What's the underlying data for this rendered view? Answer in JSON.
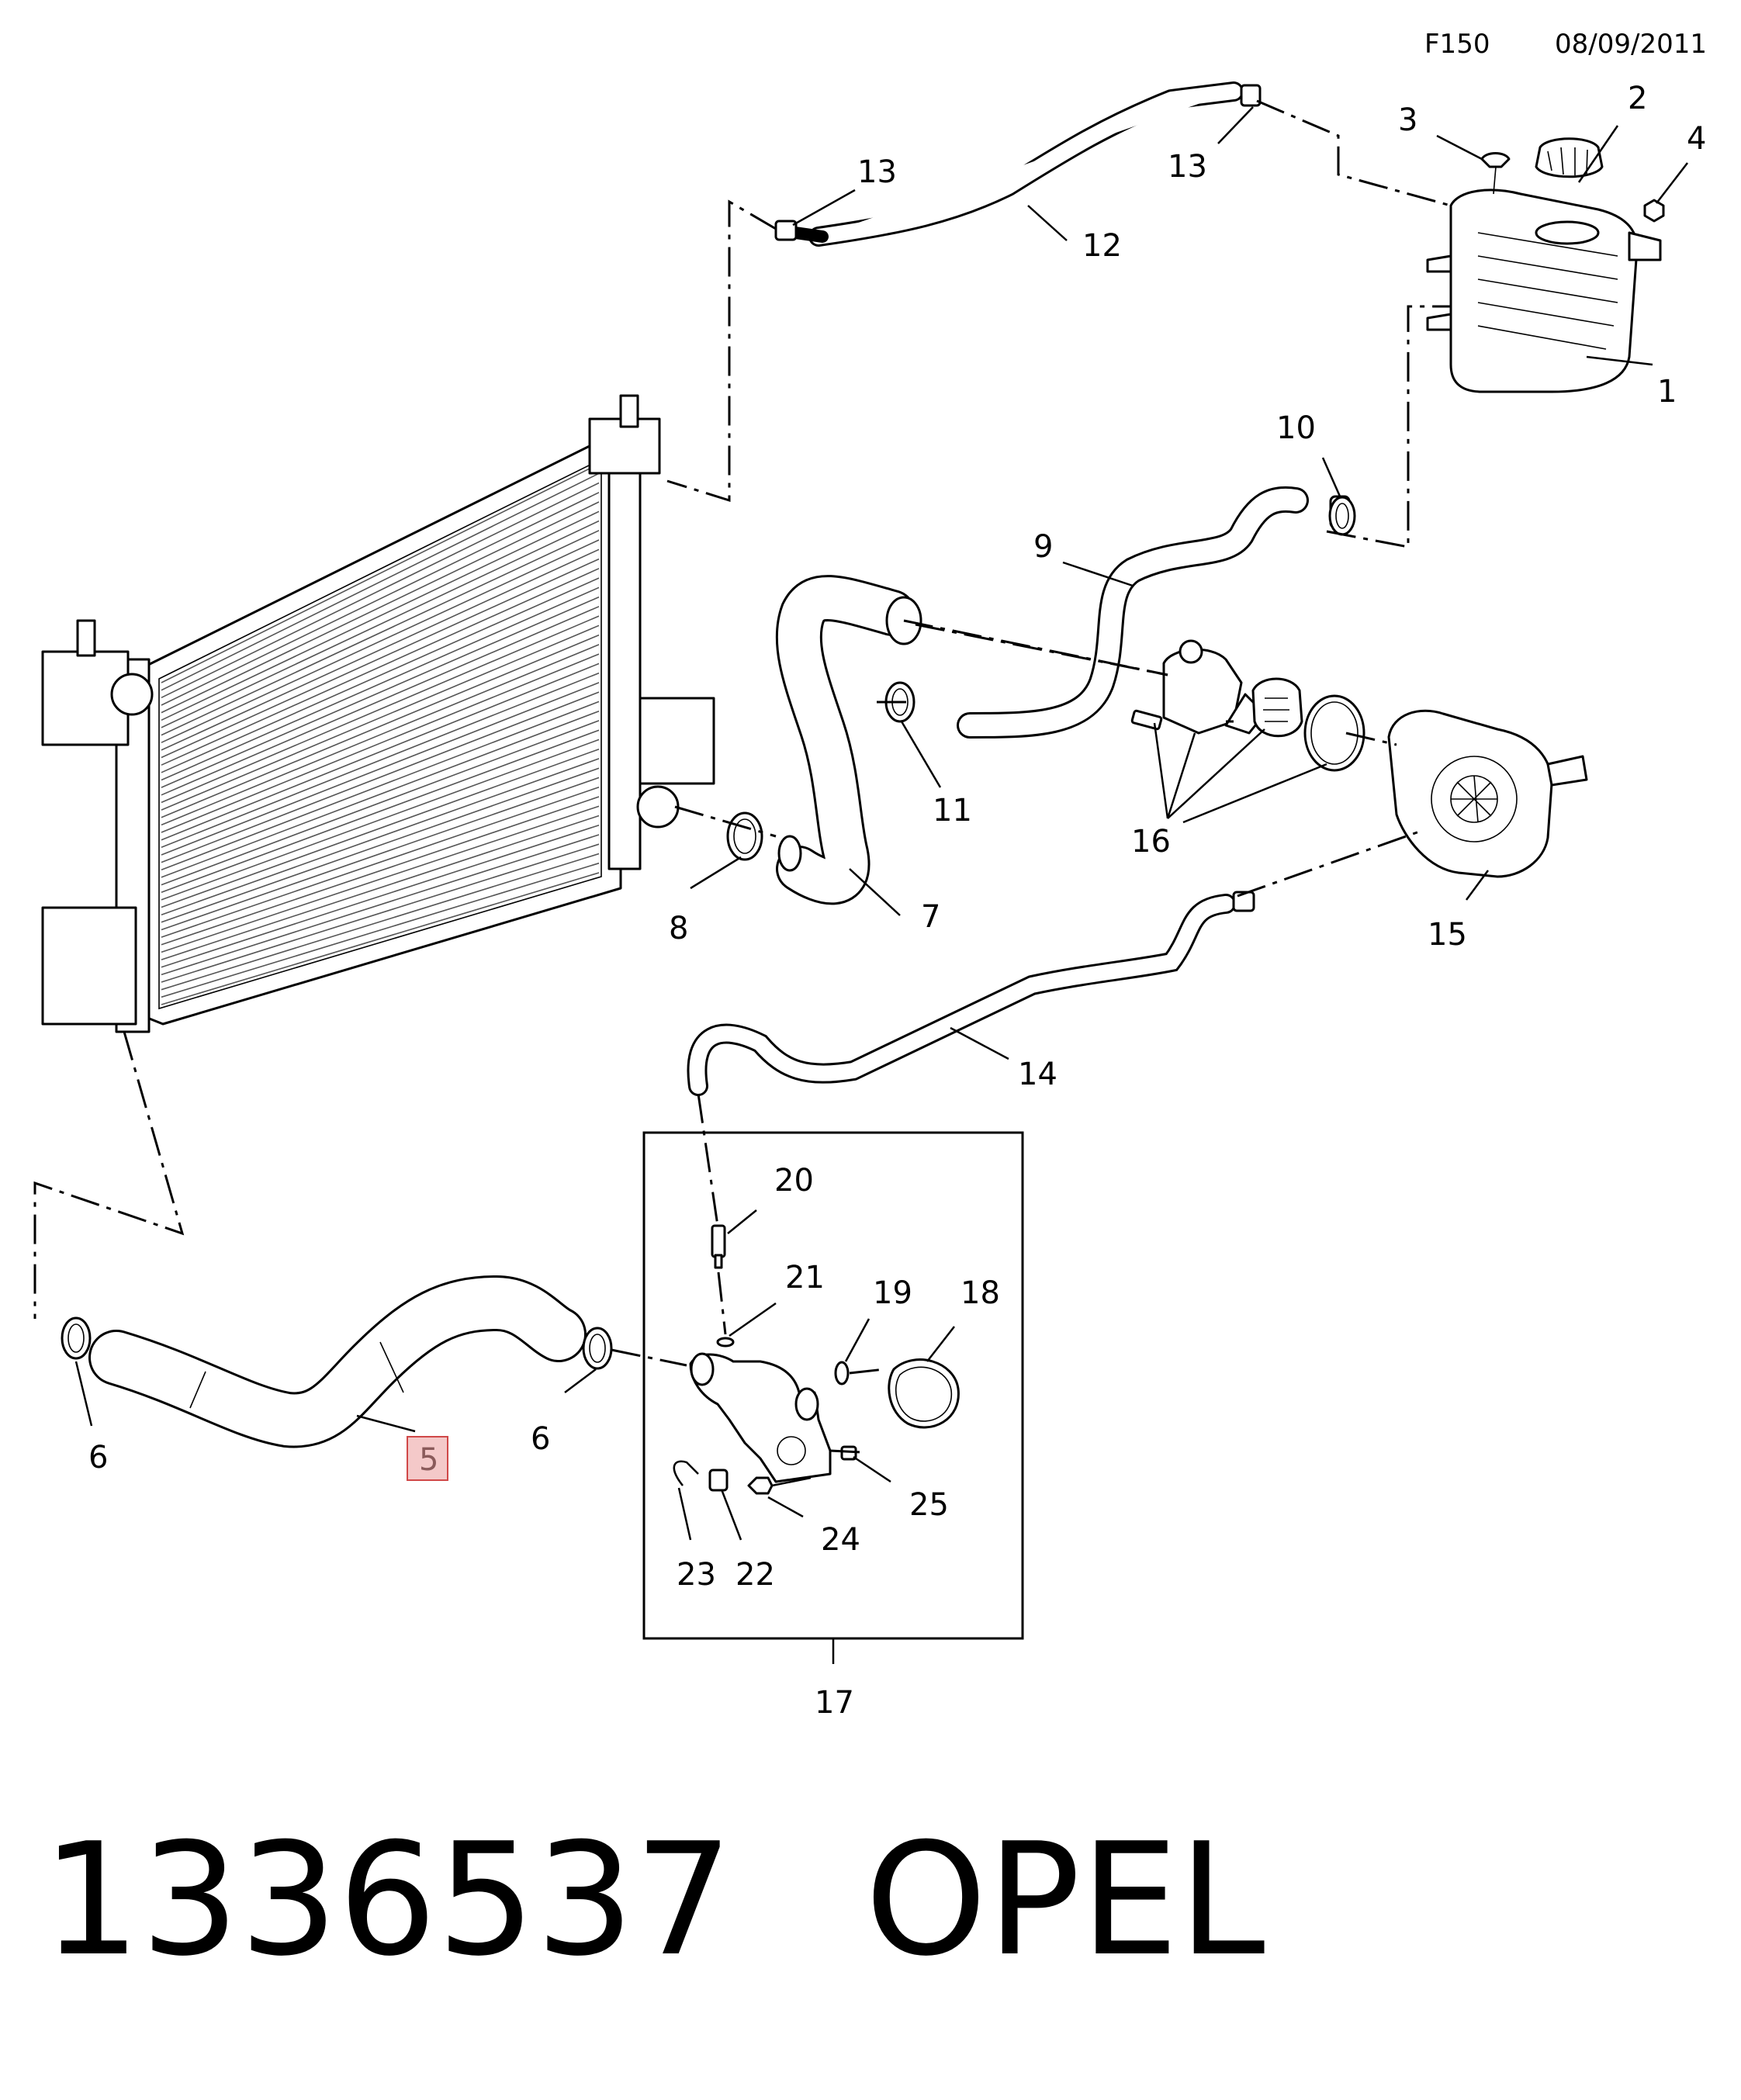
{
  "header": {
    "code": "F150",
    "date": "08/09/2011"
  },
  "callouts": [
    {
      "id": "1",
      "label": "1"
    },
    {
      "id": "2",
      "label": "2"
    },
    {
      "id": "3",
      "label": "3"
    },
    {
      "id": "4",
      "label": "4"
    },
    {
      "id": "5",
      "label": "5",
      "highlighted": true
    },
    {
      "id": "6a",
      "label": "6"
    },
    {
      "id": "6b",
      "label": "6"
    },
    {
      "id": "7",
      "label": "7"
    },
    {
      "id": "8",
      "label": "8"
    },
    {
      "id": "9",
      "label": "9"
    },
    {
      "id": "10",
      "label": "10"
    },
    {
      "id": "11",
      "label": "11"
    },
    {
      "id": "12",
      "label": "12"
    },
    {
      "id": "13a",
      "label": "13"
    },
    {
      "id": "13b",
      "label": "13"
    },
    {
      "id": "14",
      "label": "14"
    },
    {
      "id": "15",
      "label": "15"
    },
    {
      "id": "16",
      "label": "16"
    },
    {
      "id": "17",
      "label": "17"
    },
    {
      "id": "18",
      "label": "18"
    },
    {
      "id": "19",
      "label": "19"
    },
    {
      "id": "20",
      "label": "20"
    },
    {
      "id": "21",
      "label": "21"
    },
    {
      "id": "22",
      "label": "22"
    },
    {
      "id": "23",
      "label": "23"
    },
    {
      "id": "24",
      "label": "24"
    },
    {
      "id": "25",
      "label": "25"
    }
  ],
  "highlight_color": "#f4c9c9",
  "footer": {
    "part_number": "1336537",
    "brand": "OPEL"
  }
}
